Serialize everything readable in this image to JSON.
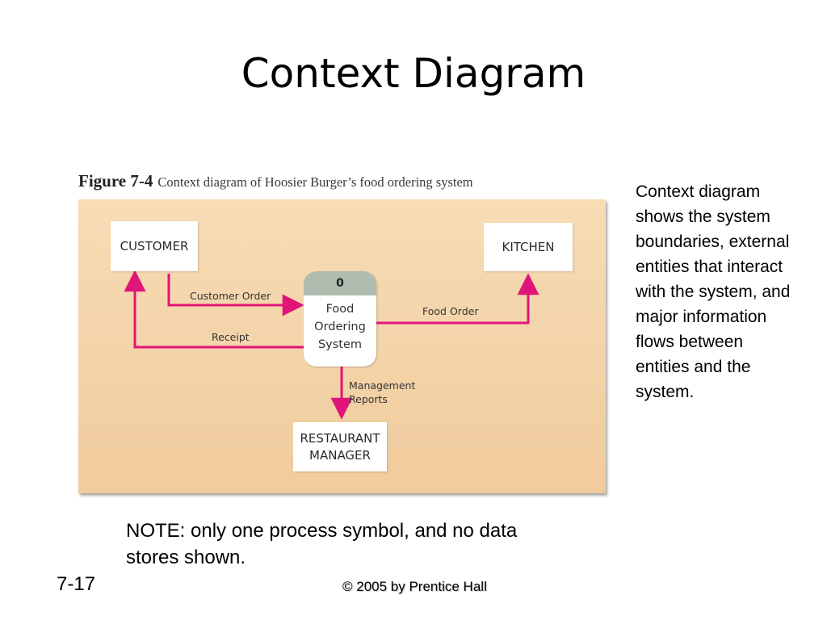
{
  "slide": {
    "title": "Context Diagram",
    "side_text": "Context diagram shows the system boundaries, external entities that interact with the system, and major information flows between entities and the system.",
    "note": "NOTE: only one process symbol, and no data stores shown.",
    "slide_number": "7-17",
    "copyright": "© 2005 by Prentice Hall"
  },
  "figure": {
    "label": "Figure 7-4",
    "caption": "Context diagram of Hoosier Burger’s food ordering system"
  },
  "diagram": {
    "entities": {
      "customer": "CUSTOMER",
      "kitchen": "KITCHEN",
      "manager": "RESTAURANT MANAGER"
    },
    "process": {
      "id": "0",
      "name": "Food Ordering System"
    },
    "flows": {
      "customer_order": "Customer Order",
      "receipt": "Receipt",
      "food_order": "Food Order",
      "management_reports": "Management Reports"
    },
    "arrow_color": "#e0157a"
  }
}
